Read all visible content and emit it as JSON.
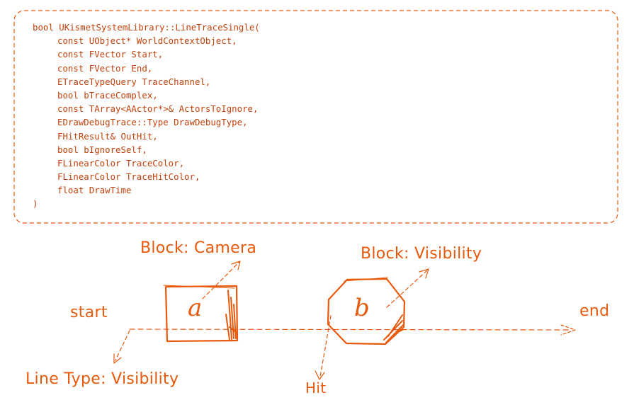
{
  "code": {
    "signature": "bool UKismetSystemLibrary::LineTraceSingle(",
    "params": [
      "const UObject* WorldContextObject,",
      "const FVector Start,",
      "const FVector End,",
      "ETraceTypeQuery TraceChannel,",
      "bool bTraceComplex,",
      "const TArray<AActor*>& ActorsToIgnore,",
      "EDrawDebugTrace::Type DrawDebugType,",
      "FHitResult& OutHit,",
      "bool bIgnoreSelf,",
      "FLinearColor TraceColor,",
      "FLinearColor TraceHitColor,",
      "float DrawTime"
    ],
    "closing": ")"
  },
  "diagram": {
    "start_label": "start",
    "end_label": "end",
    "block_a_letter": "a",
    "block_b_letter": "b",
    "block_a_label": "Block: Camera",
    "block_b_label": "Block: Visibility",
    "line_type_label": "Line Type: Visibility",
    "hit_label": "Hit"
  },
  "colors": {
    "stroke": "#e8590c",
    "code_text": "#c2410c"
  }
}
